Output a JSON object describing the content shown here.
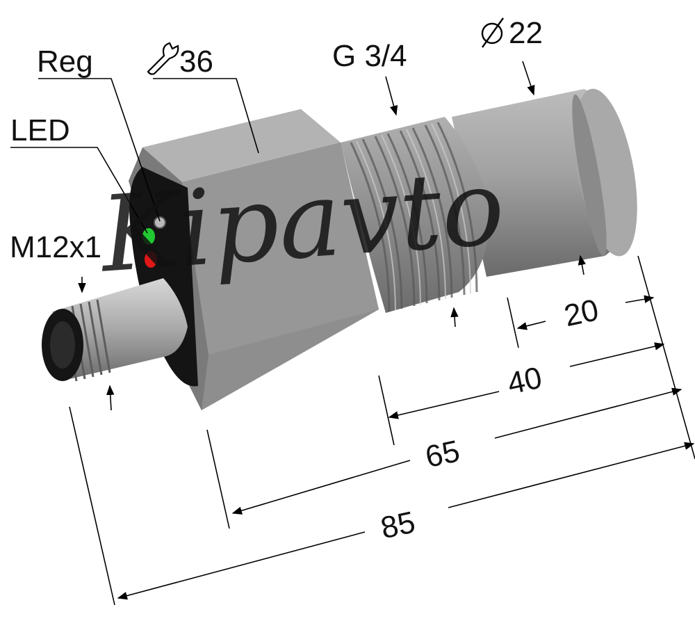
{
  "labels": {
    "reg": "Reg",
    "wrench_size": "36",
    "thread": "G 3/4",
    "diameter": "22",
    "led": "LED",
    "connector": "M12x1"
  },
  "dimensions": {
    "d20": "20",
    "d40": "40",
    "d65": "65",
    "d85": "85"
  },
  "watermark": "Kipavto",
  "colors": {
    "body": "#8f8f8f",
    "body_light": "#b4b4b4",
    "body_dark": "#6e6e6e",
    "led_green": "#22c832",
    "led_red": "#e01818",
    "watermark": "#1f5fa8"
  }
}
